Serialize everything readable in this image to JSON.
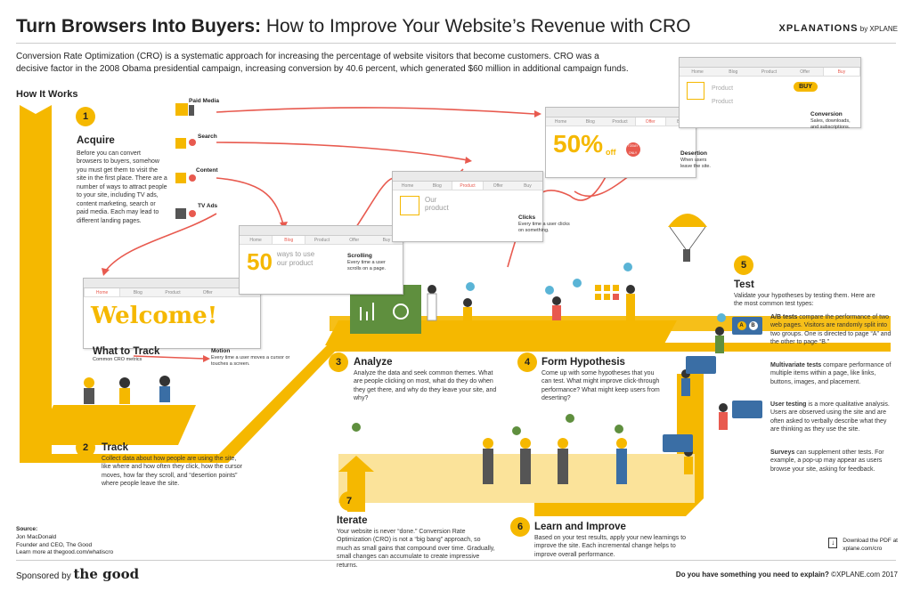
{
  "header": {
    "title_bold": "Turn Browsers Into Buyers:",
    "title_rest": " How to Improve Your Website’s Revenue with CRO",
    "brand_main": "XPLANATIONS",
    "brand_sub": " by XPLANE"
  },
  "intro": "Conversion Rate Optimization (CRO) is a systematic approach for increasing the percentage of website visitors that become customers. CRO was a decisive factor in the 2008 Obama presidential campaign, increasing conversion by 40.6 percent, which generated $60 million in additional campaign funds.",
  "how_it_works": "How It Works",
  "steps": [
    {
      "num": "1",
      "title": "Acquire",
      "text": "Before you can convert browsers to buyers, somehow you must get them to visit the site in the first place. There are a number of ways to attract people to your site, including TV ads, content marketing, search or paid media. Each may lead to different landing pages."
    },
    {
      "num": "2",
      "title": "Track",
      "text": "Collect data about how people are using the site, like where and how often they click, how the cursor moves, how far they scroll, and “desertion points” where people leave the site."
    },
    {
      "num": "3",
      "title": "Analyze",
      "text": "Analyze the data and seek common themes. What are people clicking on most, what do they do when they get there, and why do they leave your site, and why?"
    },
    {
      "num": "4",
      "title": "Form Hypothesis",
      "text": "Come up with some hypotheses that you can test. What might improve click-through performance? What might keep users from deserting?"
    },
    {
      "num": "5",
      "title": "Test",
      "text": "Validate your hypotheses by testing them. Here are the most common test types:"
    },
    {
      "num": "6",
      "title": "Learn and Improve",
      "text": "Based on your test results, apply your new learnings to improve the site. Each incremental change helps to improve overall performance."
    },
    {
      "num": "7",
      "title": "Iterate",
      "text": "Your website is never “done.” Conversion Rate Optimization (CRO) is not a “big bang” approach, so much as small gains that compound over time. Gradually, small changes can accumulate to create impressive returns."
    }
  ],
  "channels": [
    "Paid Media",
    "Search",
    "Content",
    "TV Ads"
  ],
  "what_to_track": {
    "title": "What to Track",
    "sub": "Common CRO metrics"
  },
  "metrics": [
    {
      "title": "Motion",
      "text": "Every time a user moves a cursor or touches a screen."
    },
    {
      "title": "Scrolling",
      "text": "Every time a user scrolls on a page."
    },
    {
      "title": "Clicks",
      "text": "Every time a user clicks on something."
    },
    {
      "title": "Desertion",
      "text": "When users leave the site."
    },
    {
      "title": "Conversion",
      "text": "Sales, downloads, and subscriptions."
    }
  ],
  "browsers": {
    "home": {
      "tabs": [
        "Home",
        "Blog",
        "Product",
        "Offer",
        "Buy"
      ],
      "active": 0,
      "headline": "Welcome!"
    },
    "blog": {
      "tabs": [
        "Home",
        "Blog",
        "Product",
        "Offer",
        "Buy"
      ],
      "active": 1,
      "big": "50",
      "text": "ways to use our product"
    },
    "product": {
      "tabs": [
        "Home",
        "Blog",
        "Product",
        "Offer",
        "Buy"
      ],
      "active": 2,
      "text": "Our product"
    },
    "offer": {
      "tabs": [
        "Home",
        "Blog",
        "Product",
        "Offer",
        "Buy"
      ],
      "active": 3,
      "big": "50%",
      "off": "off",
      "badge": "TODAY ONLY"
    },
    "buy": {
      "tabs": [
        "Home",
        "Blog",
        "Product",
        "Offer",
        "Buy"
      ],
      "active": 4,
      "rows": [
        "Product",
        "Product"
      ],
      "button": "BUY"
    }
  },
  "test_types": [
    {
      "name": "A/B tests",
      "text": " compare the performance of two web pages. Visitors are randomly split into two groups. One is directed to page “A” and the other to page “B.”"
    },
    {
      "name": "Multivariate tests",
      "text": " compare performance of multiple items within a page, like links, buttons, images, and placement."
    },
    {
      "name": "User testing",
      "text": " is a more qualitative analysis. Users are observed using the site and are often asked to verbally describe what they are thinking as they use the site."
    },
    {
      "name": "Surveys",
      "text": " can supplement other tests. For example, a pop-up may appear as users browse your site, asking for feedback."
    }
  ],
  "ab_labels": [
    "A",
    "B"
  ],
  "source": {
    "label": "Source:",
    "lines": [
      "Jon MacDonald",
      "Founder and CEO, The Good",
      "Learn more at thegood.com/whatiscro"
    ]
  },
  "download": {
    "lines": [
      "Download the PDF at",
      "xplane.com/cro"
    ]
  },
  "footer": {
    "sponsored": "Sponsored by ",
    "sponsor": "the good",
    "right_bold": "Do you have something you need to explain?",
    "right_rest": " ©XPLANE.com 2017"
  },
  "colors": {
    "accent": "#f5b800",
    "path": "#f2c21a",
    "arrow": "#e85a4f",
    "green": "#5f8f3e"
  }
}
